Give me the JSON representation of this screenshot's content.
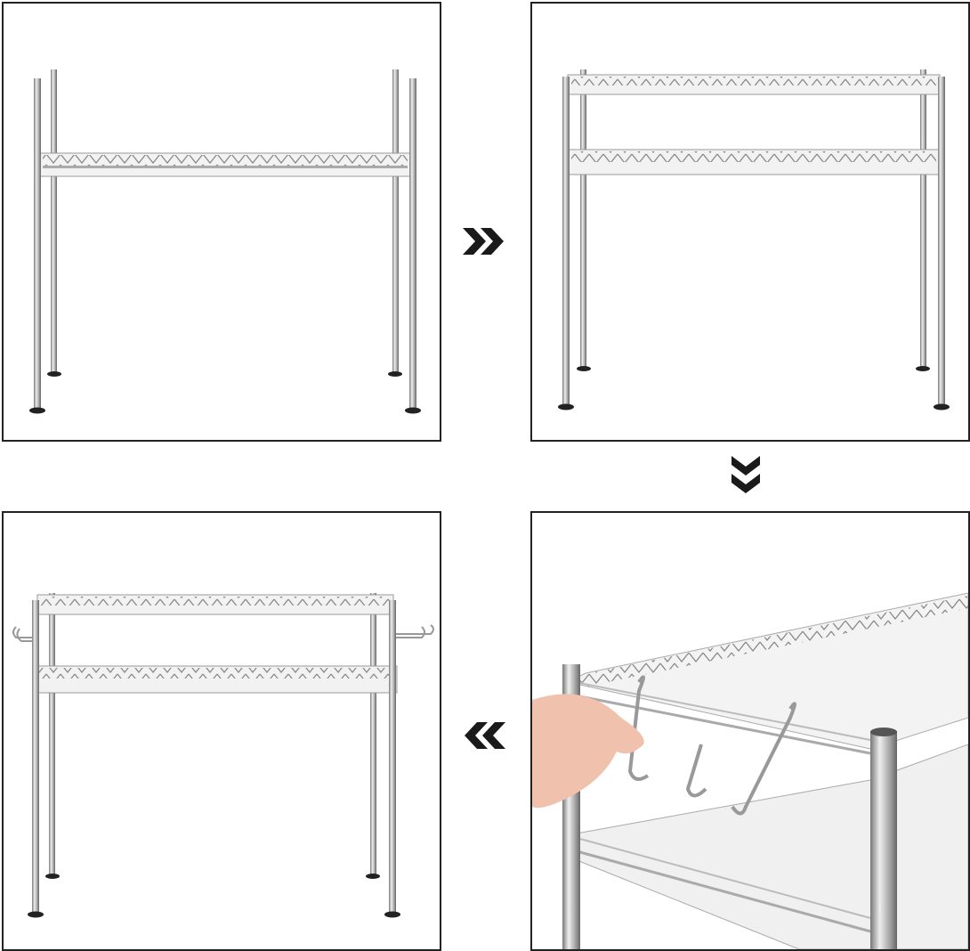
{
  "steps": [
    {
      "id": 1,
      "name": "single-shelf-frame"
    },
    {
      "id": 2,
      "name": "two-shelf-frame"
    },
    {
      "id": 3,
      "name": "attach-hooks-closeup"
    },
    {
      "id": 4,
      "name": "finished-rack-with-hooks"
    }
  ],
  "arrows": {
    "step1_to_2": "double-chevron-right-icon",
    "step2_to_3": "double-chevron-down-icon",
    "step3_to_4": "double-chevron-left-icon"
  },
  "colors": {
    "border": "#222222",
    "arrow": "#1a1a1a",
    "chrome": "#b8b8b8",
    "skin": "#f0c2ad"
  }
}
